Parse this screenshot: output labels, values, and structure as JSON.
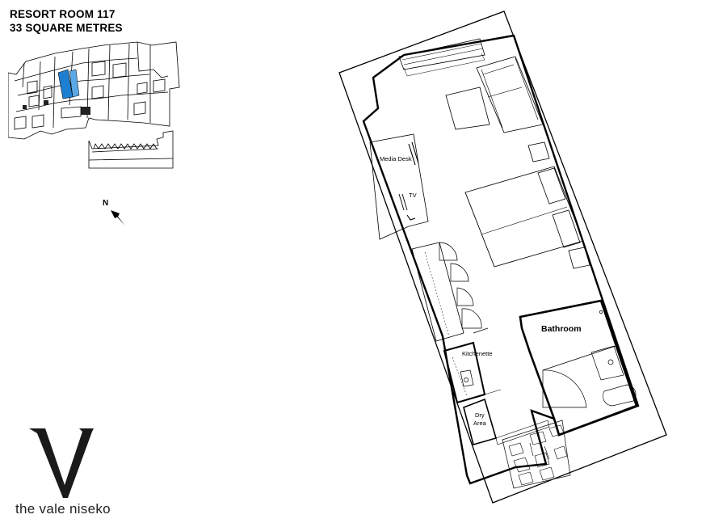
{
  "header": {
    "line1": "RESORT ROOM 117",
    "line2": "33 SQUARE METRES"
  },
  "compass": {
    "label": "N"
  },
  "floorplan": {
    "labels": {
      "media_desk": "Media Desk",
      "tv": "TV",
      "kitchenette": "Kitchenette",
      "bathroom": "Bathroom",
      "dry": "Dry",
      "area": "Area"
    }
  },
  "site_plan": {
    "highlight_color": "#1e7fd0"
  },
  "brand": {
    "logo_letter": "V",
    "name": "the vale niseko"
  }
}
